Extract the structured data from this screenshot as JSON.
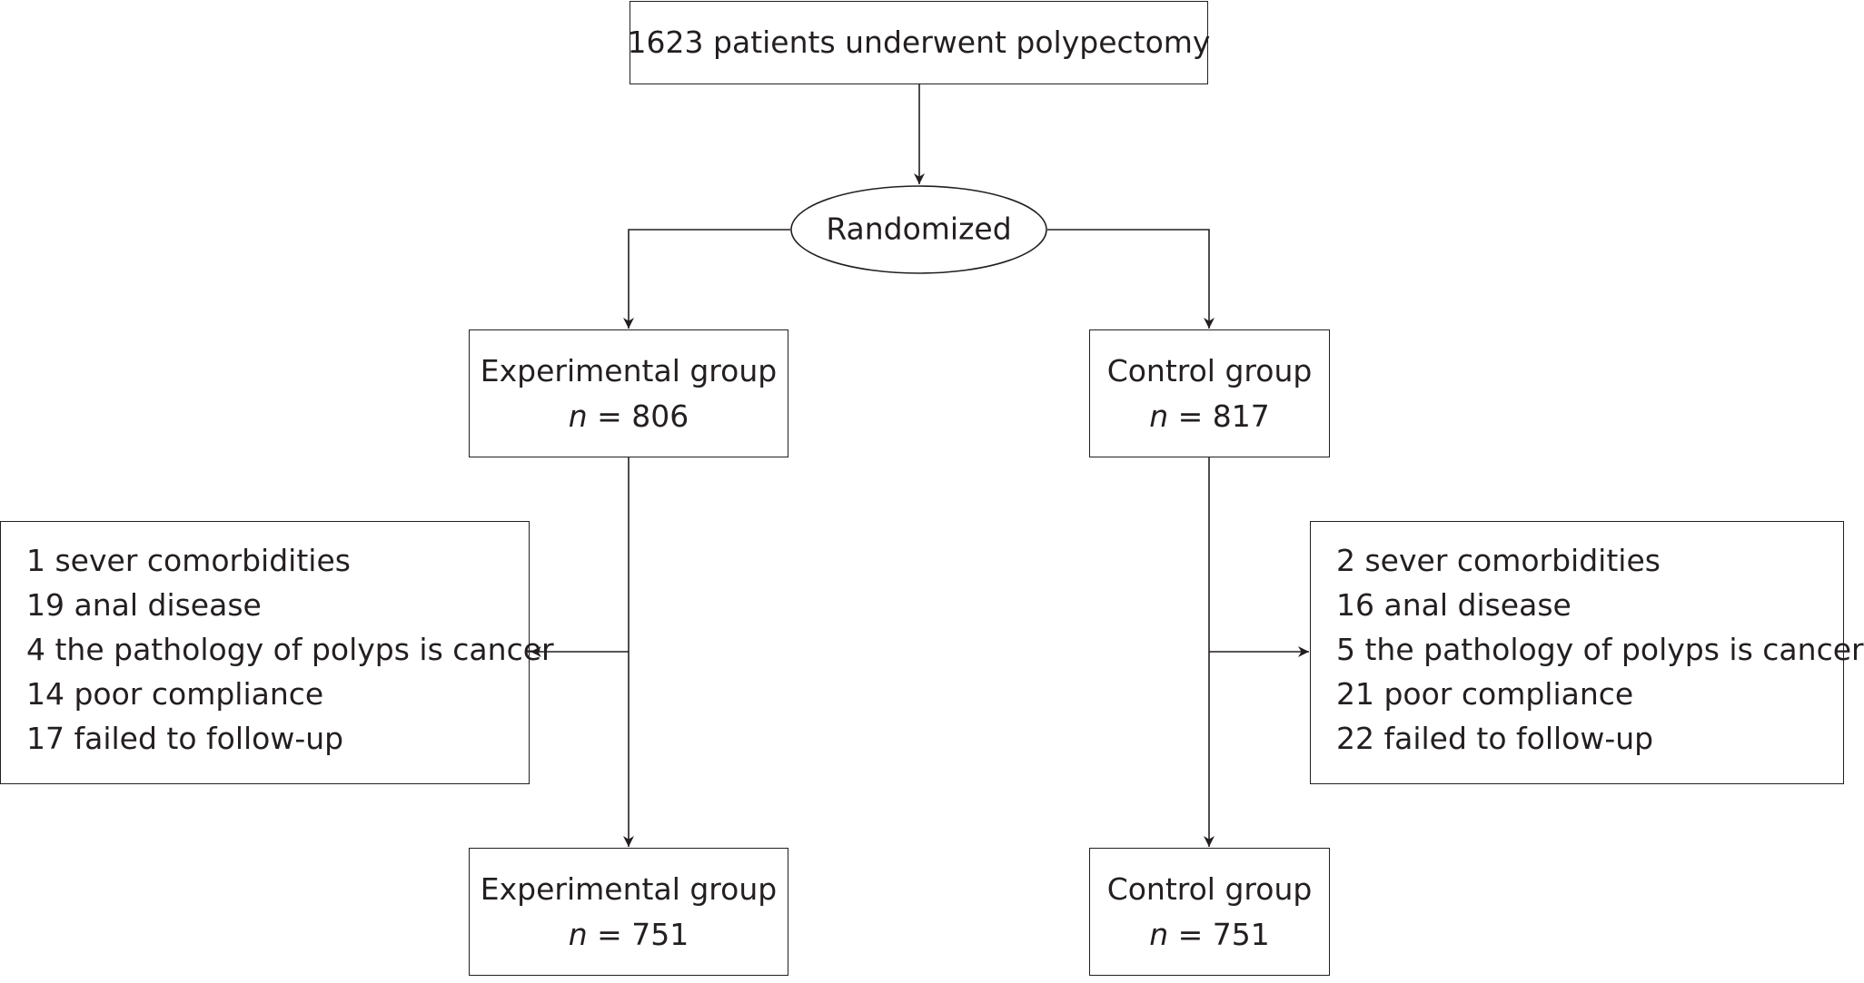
{
  "start": {
    "text": "1623 patients underwent polypectomy"
  },
  "randomized": {
    "text": "Randomized"
  },
  "experimental_initial": {
    "label": "Experimental group",
    "n_symbol": "n",
    "n_value": "= 806"
  },
  "control_initial": {
    "label": "Control group",
    "n_symbol": "n",
    "n_value": "= 817"
  },
  "experimental_exclusions": [
    "1 sever comorbidities",
    "19 anal disease",
    "4 the pathology of polyps is cancer",
    "14 poor compliance",
    "17 failed to follow-up"
  ],
  "control_exclusions": [
    "2 sever comorbidities",
    "16 anal disease",
    "5 the pathology of polyps is cancer",
    "21 poor compliance",
    "22 failed to follow-up"
  ],
  "experimental_final": {
    "label": "Experimental group",
    "n_symbol": "n",
    "n_value": "= 751"
  },
  "control_final": {
    "label": "Control group",
    "n_symbol": "n",
    "n_value": "= 751"
  },
  "colors": {
    "stroke": "#231f20",
    "background": "#ffffff"
  }
}
